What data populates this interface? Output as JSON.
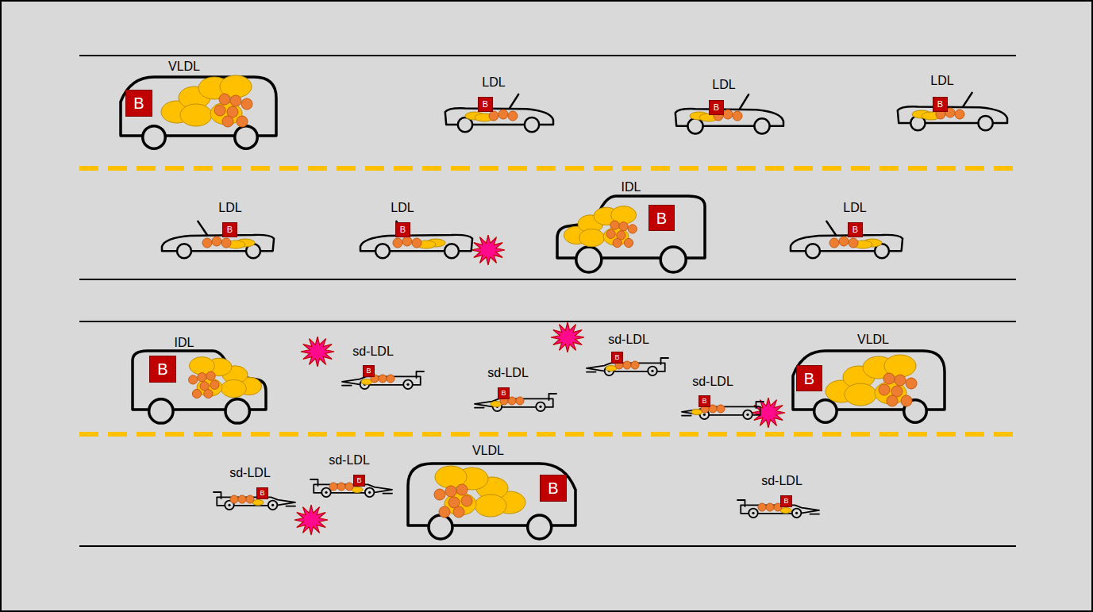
{
  "diagram": {
    "nodes": [
      {
        "text": [
          "VLDL"
        ]
      },
      {
        "text": [
          "B"
        ],
        "in": 0
      },
      {
        "text": [
          "LDL"
        ]
      },
      {
        "text": [
          "B"
        ],
        "in": 2
      },
      {
        "text": [
          "LDL"
        ]
      },
      {
        "text": [
          "B"
        ],
        "in": 4
      },
      {
        "text": [
          "LDL"
        ]
      },
      {
        "text": [
          "B"
        ],
        "in": 6
      },
      {
        "text": [
          "LDL"
        ]
      },
      {
        "text": [
          "B"
        ],
        "in": 8
      },
      {
        "text": [
          "LDL"
        ]
      },
      {
        "text": [
          "B"
        ],
        "in": 10
      },
      {
        "text": [
          "IDL"
        ]
      },
      {
        "text": [
          "B"
        ],
        "in": 12
      },
      {
        "text": [
          "LDL"
        ]
      },
      {
        "text": [
          "B"
        ],
        "in": 14
      },
      {
        "text": [
          "IDL"
        ]
      },
      {
        "text": [
          "B"
        ],
        "in": 16
      },
      {
        "text": [
          "sd-LDL"
        ]
      },
      {
        "text": [
          "B"
        ],
        "in": 18
      },
      {
        "text": [
          "sd-LDL"
        ]
      },
      {
        "text": [
          "B"
        ],
        "in": 20
      },
      {
        "text": [
          "sd-LDL"
        ]
      },
      {
        "text": [
          "B"
        ],
        "in": 22
      },
      {
        "text": [
          "sd-LDL"
        ]
      },
      {
        "text": [
          "B"
        ],
        "in": 24
      },
      {
        "text": [
          "VLDL"
        ]
      },
      {
        "text": [
          "B"
        ],
        "in": 26
      },
      {
        "text": [
          "sd-LDL"
        ]
      },
      {
        "text": [
          "B"
        ],
        "in": 28
      },
      {
        "text": [
          "sd-LDL"
        ]
      },
      {
        "text": [
          "B"
        ],
        "in": 30
      },
      {
        "text": [
          "VLDL"
        ]
      },
      {
        "text": [
          "B"
        ],
        "in": 32
      },
      {
        "text": [
          "sd-LDL"
        ]
      },
      {
        "text": [
          "B"
        ],
        "in": 34
      }
    ]
  }
}
